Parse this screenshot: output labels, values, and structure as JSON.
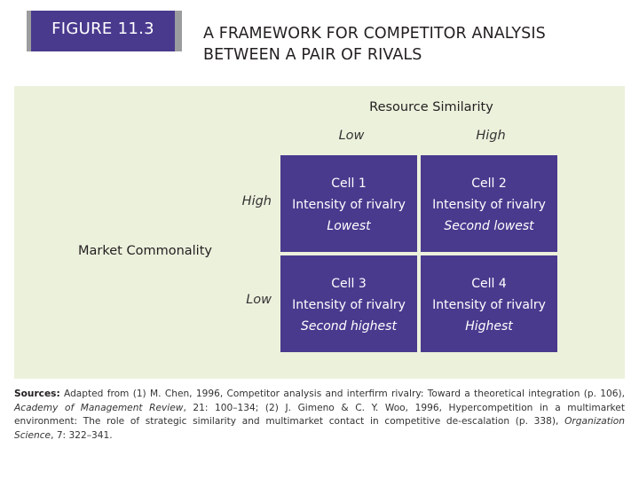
{
  "header": {
    "figure_label": "FIGURE 11.3",
    "title_line1": "A FRAMEWORK FOR COMPETITOR ANALYSIS",
    "title_line2": "BETWEEN A PAIR OF RIVALS"
  },
  "matrix": {
    "x_axis_label": "Resource Similarity",
    "x_low": "Low",
    "x_high": "High",
    "y_axis_label": "Market Commonality",
    "y_high": "High",
    "y_low": "Low",
    "cells": [
      {
        "title": "Cell 1",
        "line": "Intensity of rivalry",
        "level": "Lowest"
      },
      {
        "title": "Cell 2",
        "line": "Intensity of rivalry",
        "level": "Second lowest"
      },
      {
        "title": "Cell 3",
        "line": "Intensity of rivalry",
        "level": "Second highest"
      },
      {
        "title": "Cell 4",
        "line": "Intensity of rivalry",
        "level": "Highest"
      }
    ]
  },
  "sources": {
    "lead": "Sources:",
    "part1": " Adapted from (1) M. Chen, 1996, Competitor analysis and interfirm rivalry: Toward a theoretical integration (p. 106), ",
    "journal1": "Academy of Management Review",
    "part2": ", 21: 100–134; (2) J. Gimeno & C. Y. Woo, 1996, Hypercompetition in a multimarket environment: The role of strategic similarity and multimarket contact in competitive de-escalation (p. 338), ",
    "journal2": "Organization Science",
    "volume2": ", 7: 322–341."
  },
  "colors": {
    "cell_fill": "#4a3a8e",
    "panel_fill": "#ecf1dc",
    "label_border": "#9b9c9e"
  }
}
